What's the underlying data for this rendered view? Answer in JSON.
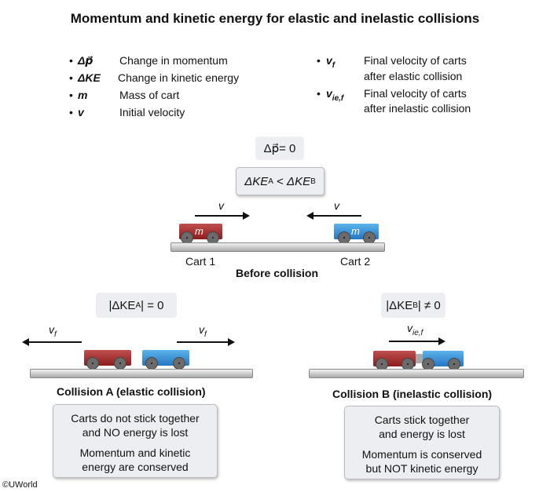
{
  "title": "Momentum and kinetic energy for elastic and inelastic collisions",
  "legend": [
    {
      "symbol": "Δp⃗",
      "desc": "Change in momentum"
    },
    {
      "symbol": "ΔKE",
      "desc": "Change in kinetic energy"
    },
    {
      "symbol": "m",
      "desc": "Mass of cart"
    },
    {
      "symbol": "v",
      "desc": "Initial velocity"
    }
  ],
  "legend_right": [
    {
      "symbol": "v",
      "sub": "f",
      "desc1": "Final velocity of carts",
      "desc2": "after elastic collision"
    },
    {
      "symbol": "v",
      "sub": "ie,f",
      "desc1": "Final velocity of carts",
      "desc2": "after inelastic collision"
    }
  ],
  "before": {
    "momentum_eq": {
      "lhs": "Δp⃗",
      "rhs": " = 0"
    },
    "ke_eq": {
      "a": "ΔKE",
      "a_sub": "A",
      "op": " < ",
      "b": "ΔKE",
      "b_sub": "B"
    },
    "v": "v",
    "mass": "m",
    "cart1": "Cart 1",
    "cart2": "Cart 2",
    "caption": "Before collision"
  },
  "collision_a": {
    "eq": {
      "pre": "|ΔKE",
      "sub": "A",
      "post": "| = 0"
    },
    "v": "v",
    "v_sub": "f",
    "caption": "Collision A (elastic collision)",
    "note1a": "Carts do not stick together",
    "note1b": "and NO energy is lost",
    "note2a": "Momentum and kinetic",
    "note2b": "energy are conserved"
  },
  "collision_b": {
    "eq": {
      "pre": "|ΔKE",
      "sub": "B",
      "post": "| ≠ 0"
    },
    "v": "v",
    "v_sub": "ie,f",
    "caption": "Collision B (inelastic collision)",
    "note1a": "Carts stick together",
    "note1b": "and energy is lost",
    "note2a": "Momentum is conserved",
    "note2b": "but NOT kinetic energy"
  },
  "copyright": "©UWorld"
}
